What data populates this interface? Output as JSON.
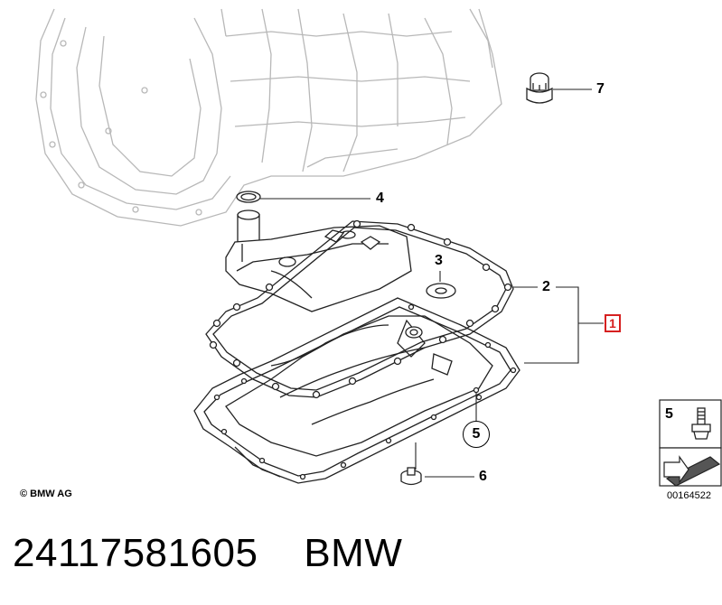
{
  "callouts": {
    "c1": "1",
    "c2": "2",
    "c3": "3",
    "c4": "4",
    "c5": "5",
    "c6": "6",
    "c7": "7",
    "legend_num": "5"
  },
  "copyright": "© BMW AG",
  "diagram_id": "00164522",
  "footer": {
    "part_number": "24117581605",
    "brand": "BMW"
  },
  "colors": {
    "highlight": "#d62020",
    "line": "#222222",
    "ghost": "#bdbdbd"
  }
}
